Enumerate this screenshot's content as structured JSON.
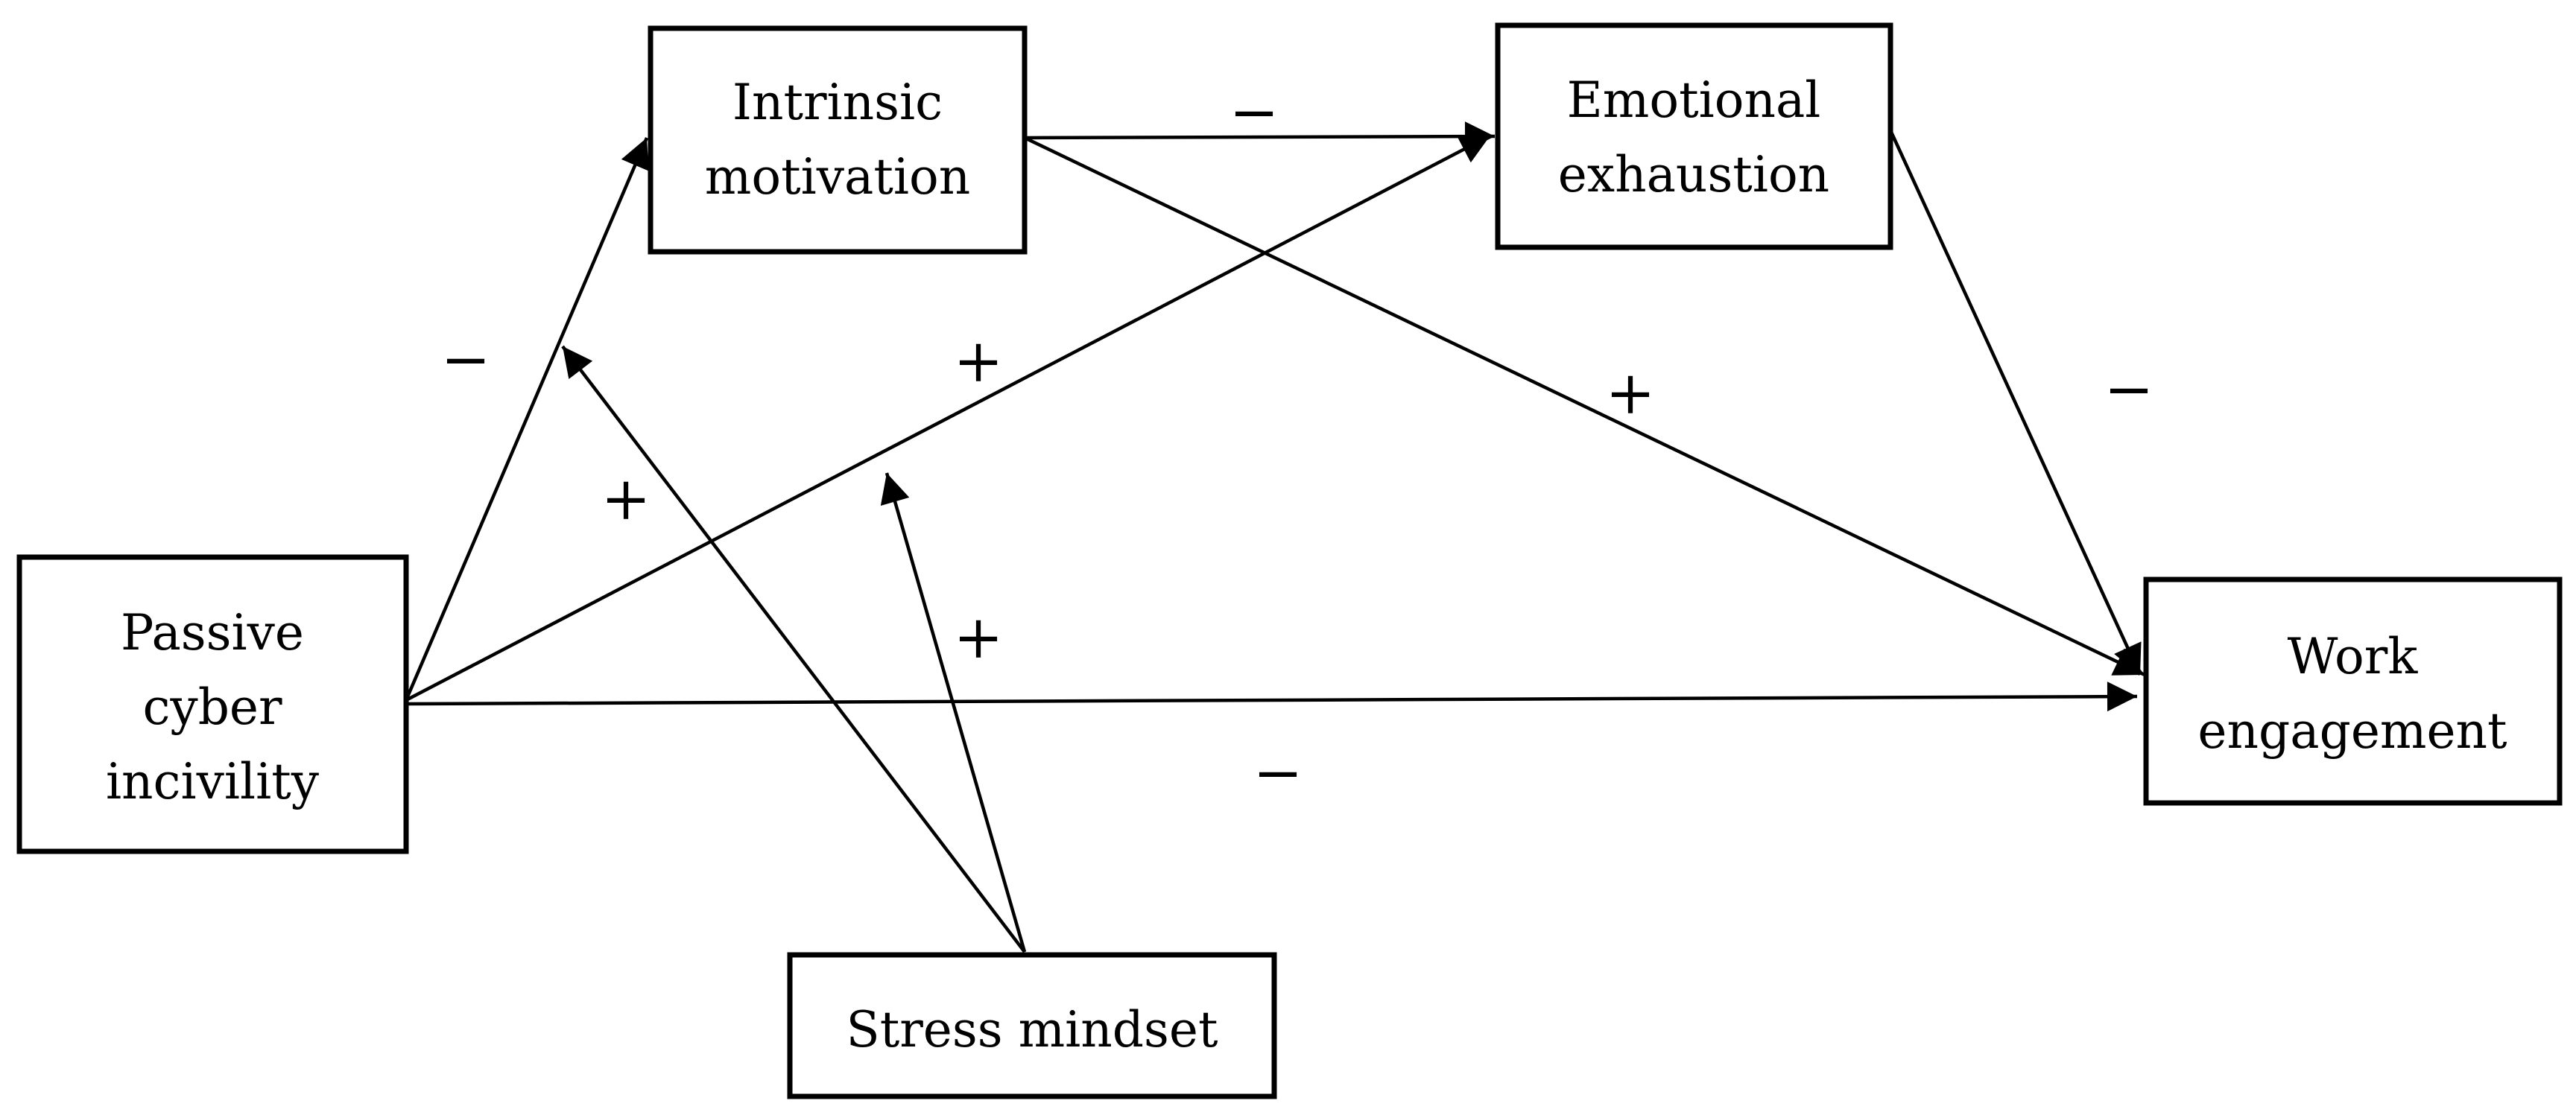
{
  "nodes": {
    "intrinsic_motivation": {
      "line1": "Intrinsic",
      "line2": "motivation"
    },
    "emotional_exhaustion": {
      "line1": "Emotional",
      "line2": "exhaustion"
    },
    "passive_cyber_incivility": {
      "line1": "Passive",
      "line2": "cyber",
      "line3": "incivility"
    },
    "work_engagement": {
      "line1": "Work",
      "line2": "engagement"
    },
    "stress_mindset": {
      "line1": "Stress mindset"
    }
  },
  "signs": {
    "incivility_to_motivation": "−",
    "motivation_to_exhaustion": "−",
    "incivility_to_exhaustion": "+",
    "motivation_to_engagement": "+",
    "exhaustion_to_engagement": "−",
    "incivility_to_engagement": "−",
    "moderation_motivation_path": "+",
    "moderation_exhaustion_path": "+"
  },
  "colors": {
    "stroke": "#000000",
    "background": "#ffffff"
  }
}
